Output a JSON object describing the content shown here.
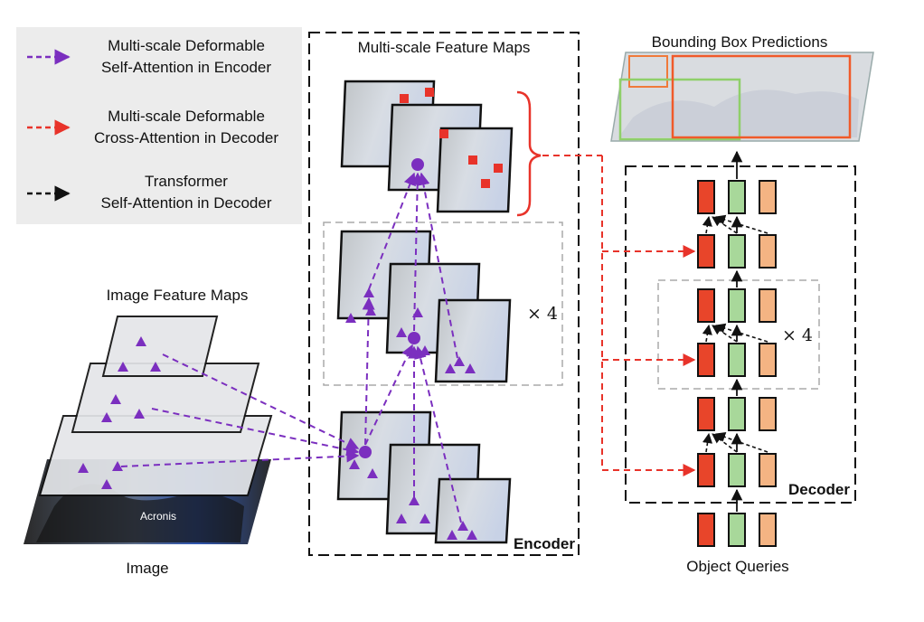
{
  "legend": {
    "items": [
      {
        "line1": "Multi-scale Deformable",
        "line2": "Self-Attention in Encoder",
        "color": "#7b2fbf"
      },
      {
        "line1": "Multi-scale Deformable",
        "line2": "Cross-Attention in Decoder",
        "color": "#e8332a"
      },
      {
        "line1": "Transformer",
        "line2": "Self-Attention in Decoder",
        "color": "#111111"
      }
    ]
  },
  "labels": {
    "multi_scale_feature_maps": "Multi-scale Feature Maps",
    "bounding_box_predictions": "Bounding Box Predictions",
    "image_feature_maps": "Image Feature Maps",
    "image": "Image",
    "encoder": "Encoder",
    "decoder": "Decoder",
    "object_queries": "Object Queries",
    "repeat_encoder": "× 4",
    "repeat_decoder": "× 4",
    "jersey_text": "Acronis"
  },
  "colors": {
    "purple": "#7b2fbf",
    "red": "#e8332a",
    "query_red": "#e8452a",
    "query_green": "#a8d89a",
    "query_orange": "#f4b483",
    "box_orange": "#f07a3a",
    "box_green": "#8fcf6a"
  }
}
